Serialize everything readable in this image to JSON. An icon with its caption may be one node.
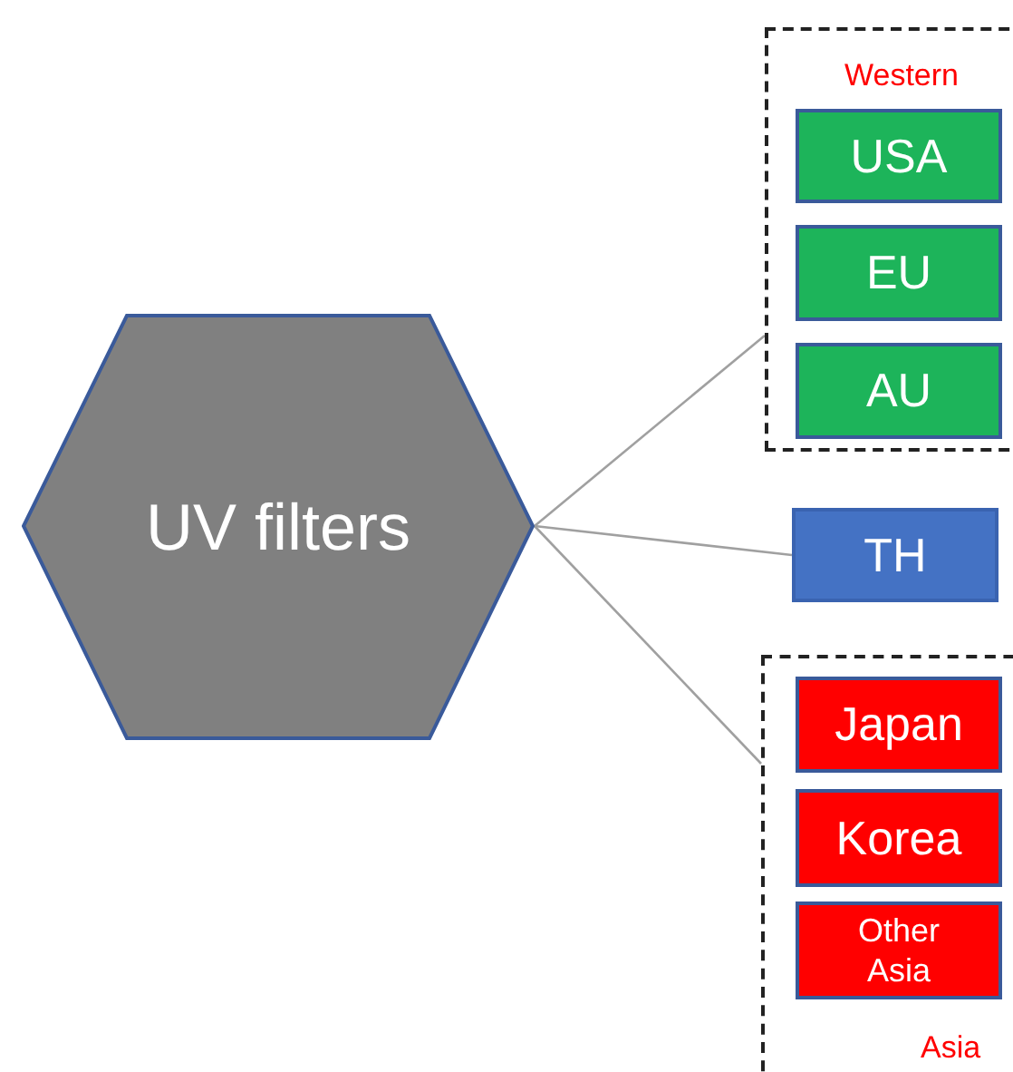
{
  "diagram": {
    "nodes": [
      {
        "text": [
          "UV filters"
        ]
      },
      {
        "text": [
          "Western"
        ]
      },
      {
        "text": [
          "USA"
        ],
        "in": 1
      },
      {
        "text": [
          "EU"
        ],
        "in": 1
      },
      {
        "text": [
          "AU"
        ],
        "in": 1
      },
      {
        "text": [
          "TH"
        ]
      },
      {
        "text": [
          "Asia"
        ]
      },
      {
        "text": [
          "Japan"
        ],
        "in": 6
      },
      {
        "text": [
          "Korea"
        ],
        "in": 6
      },
      {
        "text": [
          "Other Asia"
        ],
        "in": 6
      }
    ],
    "edges": [
      {
        "from": 0,
        "to": 1,
        "arrow": "none"
      },
      {
        "from": 0,
        "to": 5,
        "arrow": "none"
      },
      {
        "from": 0,
        "to": 6,
        "arrow": "none"
      }
    ]
  }
}
